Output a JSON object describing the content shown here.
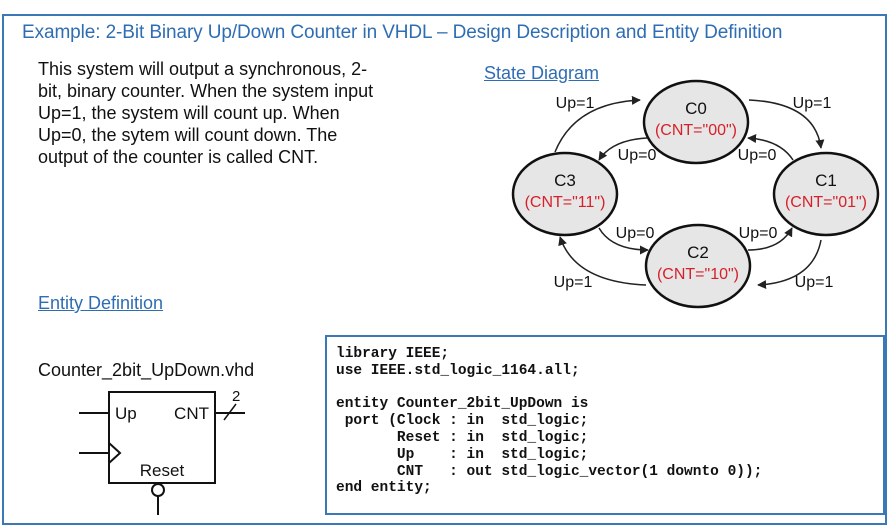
{
  "title": "Example: 2-Bit Binary Up/Down Counter in VHDL – Design Description and Entity Definition",
  "description_lines": [
    "This system will output a synchronous, 2-",
    "bit, binary counter.  When the system input",
    "Up=1, the system will count up.  When",
    "Up=0, the sytem will count down.  The",
    "output of the counter is called CNT."
  ],
  "state_diagram_heading": "State Diagram",
  "entity_heading": "Entity Definition",
  "filename": "Counter_2bit_UpDown.vhd",
  "states": [
    {
      "name": "C0",
      "output": "(CNT=\"00\")"
    },
    {
      "name": "C1",
      "output": "(CNT=\"01\")"
    },
    {
      "name": "C2",
      "output": "(CNT=\"10\")"
    },
    {
      "name": "C3",
      "output": "(CNT=\"11\")"
    }
  ],
  "transition_labels": {
    "c3_c0_up": "Up=1",
    "c0_c1_up": "Up=1",
    "c2_c3_up": "Up=1",
    "c1_c2_up": "Up=1",
    "c0_c3_down": "Up=0",
    "c1_c0_down": "Up=0",
    "c3_c2_down": "Up=0",
    "c2_c1_down": "Up=0"
  },
  "symbol": {
    "input_up": "Up",
    "output_cnt": "CNT",
    "bus_width": "2",
    "input_reset": "Reset"
  },
  "code_lines": [
    "library IEEE;",
    "use IEEE.std_logic_1164.all;",
    "",
    "entity Counter_2bit_UpDown is",
    " port (Clock : in  std_logic;",
    "       Reset : in  std_logic;",
    "       Up    : in  std_logic;",
    "       CNT   : out std_logic_vector(1 downto 0));",
    "end entity;"
  ],
  "colors": {
    "accent_blue": "#2f6db3",
    "state_output_red": "#d8202a",
    "state_fill": "#e6e6e6"
  }
}
